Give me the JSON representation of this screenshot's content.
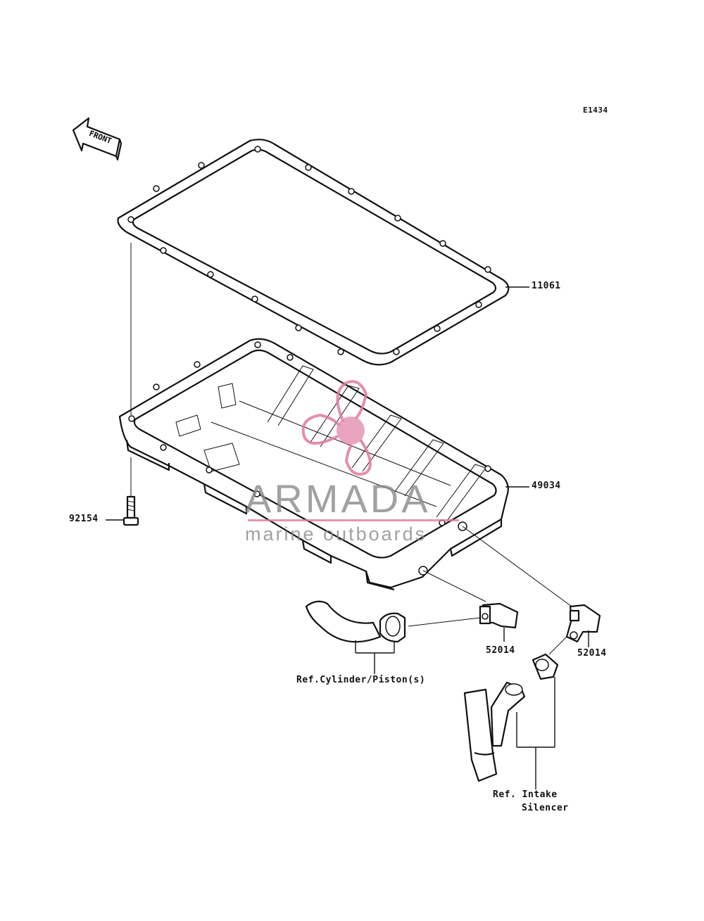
{
  "diagram_code": "E1434",
  "front_arrow_label": "FRONT",
  "callouts": {
    "gasket": "11061",
    "oil_pan": "49034",
    "bolt": "92154",
    "fitting_left": "52014",
    "fitting_right": "52014"
  },
  "references": {
    "cylinder": "Ref.Cylinder/Piston(s)",
    "intake_line1": "Ref. Intake",
    "intake_line2": "Silencer"
  },
  "watermark": {
    "brand": "ARMADA",
    "tagline": "marine outboards",
    "logo_color": "#e07aa0"
  }
}
